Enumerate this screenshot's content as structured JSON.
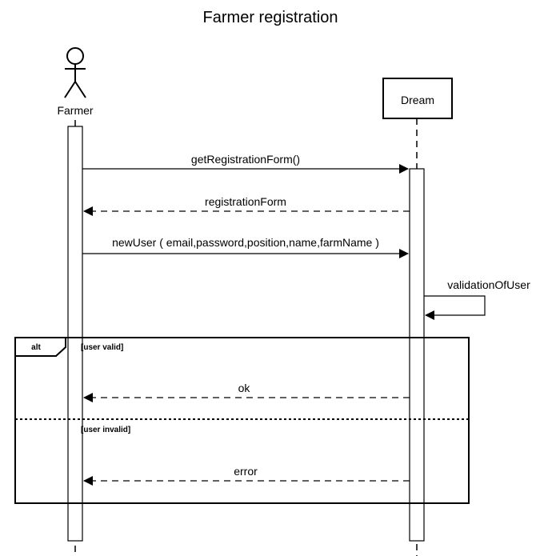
{
  "diagram": {
    "title": "Farmer registration",
    "participants": {
      "farmer": {
        "label": "Farmer",
        "kind": "actor"
      },
      "dream": {
        "label": "Dream",
        "kind": "system"
      }
    },
    "messages": {
      "get_form": {
        "label": "getRegistrationForm()",
        "style": "sync"
      },
      "registration_form": {
        "label": "registrationForm",
        "style": "return"
      },
      "new_user": {
        "label": "newUser ( email,password,position,name,farmName )",
        "style": "sync"
      },
      "validation": {
        "label": "validationOfUser",
        "style": "self"
      },
      "ok": {
        "label": "ok",
        "style": "return"
      },
      "error": {
        "label": "error",
        "style": "return"
      }
    },
    "fragment": {
      "operator": "alt",
      "guard_valid": "[user valid]",
      "guard_invalid": "[user invalid]"
    },
    "colors": {
      "stroke": "#000000",
      "background": "#ffffff"
    }
  }
}
